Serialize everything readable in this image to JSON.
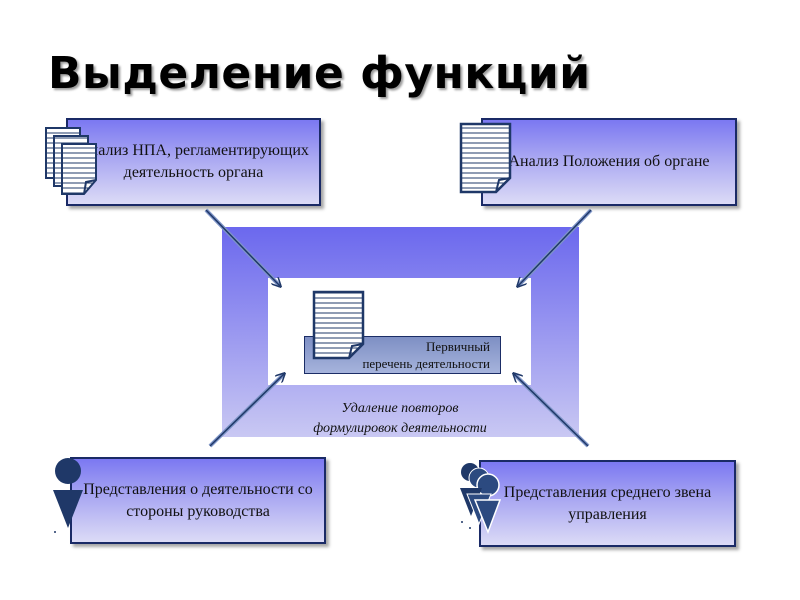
{
  "title": "Выделение функций",
  "boxes": {
    "npa": "Анализ НПА, регламентирующих деятельность органа",
    "regulation": "Анализ Положения об органе",
    "management": "Представления о деятельности со стороны руководства",
    "middle": "Представления среднего звена управления"
  },
  "center": {
    "primary_line1": "Первичный",
    "primary_line2": "перечень деятельности",
    "removal_line1": "Удаление повторов",
    "removal_line2": "формулировок деятельности"
  },
  "icons": {
    "npa": "document-stack-icon",
    "regulation": "document-icon",
    "center": "document-icon",
    "management": "person-icon",
    "middle": "people-group-icon"
  },
  "colors": {
    "box_border": "#1a2a66",
    "box_gradient_top": "#7b78f2",
    "icon": "#1f3868",
    "arrow": "#1f3868"
  }
}
